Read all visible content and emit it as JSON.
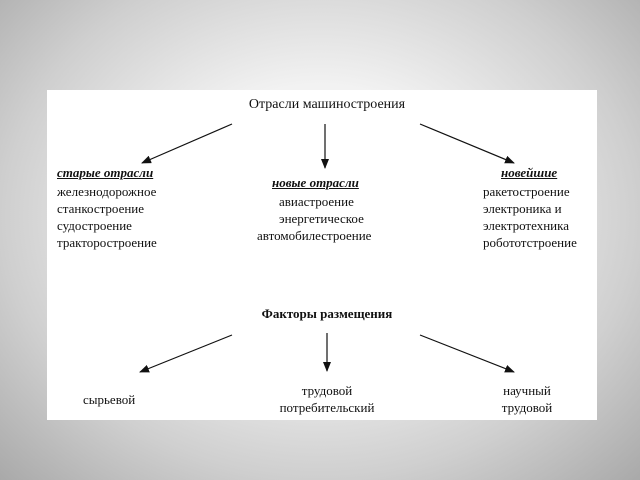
{
  "top": {
    "title": "Отрасли машиностроения",
    "groups": [
      {
        "heading": "старые отрасли",
        "items": [
          "железнодорожное",
          "станкостроение",
          "судостроение",
          "тракторостроение"
        ]
      },
      {
        "heading": "новые отрасли",
        "items": [
          "авиастроение",
          "энергетическое",
          "автомобилестроение"
        ]
      },
      {
        "heading": "новейшие",
        "items": [
          "ракетостроение",
          "электроника и",
          "электротехника",
          "робототстроение"
        ]
      }
    ]
  },
  "bottom": {
    "title": "Факторы размещения",
    "factors": [
      {
        "lines": [
          "сырьевой"
        ]
      },
      {
        "lines": [
          "трудовой",
          "потребительский"
        ]
      },
      {
        "lines": [
          "научный",
          "трудовой"
        ]
      }
    ]
  },
  "colors": {
    "background_edge": "#a9a9a9",
    "panel": "#ffffff",
    "ink": "#111111"
  }
}
